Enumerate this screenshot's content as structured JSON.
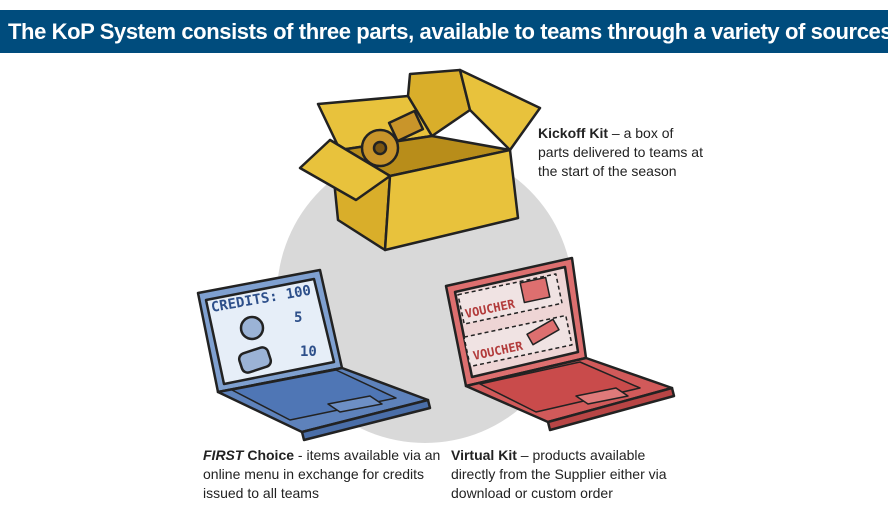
{
  "header": {
    "title": "The KoP System consists of three parts, available to teams through a variety of sources:"
  },
  "kickoff": {
    "name": "Kickoff Kit",
    "desc": " – a box of parts delivered to teams at the start of the season"
  },
  "first": {
    "name_italic": "FIRST",
    "name_rest": " Choice",
    "desc": " - items available via an online menu in exchange for credits issued to all teams",
    "screen": {
      "credits": "CREDITS: 100",
      "item1": "5",
      "item2": "10"
    }
  },
  "virtual": {
    "name": "Virtual Kit",
    "desc": " – products available directly from the Supplier either via download or custom order",
    "screen": {
      "voucher1": "VOUCHER",
      "voucher2": "VOUCHER"
    }
  },
  "colors": {
    "header": "#004c7d",
    "box": "#e8c23c",
    "laptop_blue": "#7fa0d0",
    "laptop_red": "#dd6f6f",
    "circle": "#d9d9d9"
  }
}
